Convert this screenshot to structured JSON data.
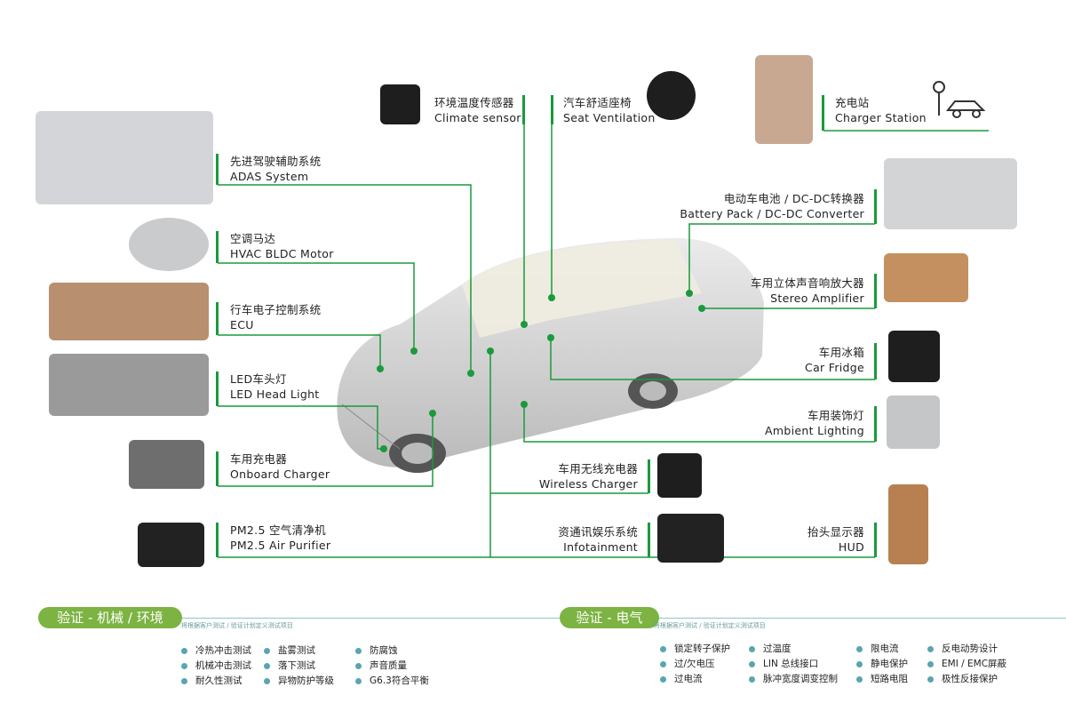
{
  "applications": {
    "adas": {
      "zh": "先进驾驶辅助系统",
      "en": "ADAS System"
    },
    "hvac": {
      "zh": "空调马达",
      "en": "HVAC BLDC Motor"
    },
    "ecu": {
      "zh": "行车电子控制系统",
      "en": "ECU"
    },
    "led": {
      "zh": "LED车头灯",
      "en": "LED Head Light"
    },
    "onboard": {
      "zh": "车用充电器",
      "en": "Onboard Charger"
    },
    "pm25": {
      "zh": "PM2.5 空气清净机",
      "en": "PM2.5 Air Purifier"
    },
    "climate": {
      "zh": "环境温度传感器",
      "en": "Climate sensor"
    },
    "seat": {
      "zh": "汽车舒适座椅",
      "en": "Seat Ventilation"
    },
    "charger_station": {
      "zh": "充电站",
      "en": "Charger Station"
    },
    "battery": {
      "zh": "电动车电池 / DC-DC转换器",
      "en": "Battery Pack / DC-DC Converter"
    },
    "stereo": {
      "zh": "车用立体声音响放大器",
      "en": "Stereo Amplifier"
    },
    "fridge": {
      "zh": "车用冰箱",
      "en": "Car Fridge"
    },
    "ambient": {
      "zh": "车用装饰灯",
      "en": "Ambient Lighting"
    },
    "wireless": {
      "zh": "车用无线充电器",
      "en": "Wireless Charger"
    },
    "infotainment": {
      "zh": "资通讯娱乐系统",
      "en": "Infotainment"
    },
    "hud": {
      "zh": "抬头显示器",
      "en": "HUD"
    }
  },
  "mechanical": {
    "title": "验证 - 机械 / 环境",
    "note": "将根据客户测试 / 验证计划定义测试项目",
    "cols": [
      [
        "冷热冲击测试",
        "机械冲击测试",
        "耐久性测试"
      ],
      [
        "盐雾测试",
        "落下测试",
        "异物防护等级"
      ],
      [
        "防腐蚀",
        "声音质量",
        "G6.3符合平衡"
      ]
    ]
  },
  "electrical": {
    "title": "验证 - 电气",
    "note": "将根据客户测试 / 验证计划定义测试项目",
    "cols": [
      [
        "锁定转子保护",
        "过/欠电压",
        "过电流"
      ],
      [
        "过温度",
        "LIN 总线接口",
        "脉冲宽度调变控制"
      ],
      [
        "限电流",
        "静电保护",
        "短路电阻"
      ],
      [
        "反电动势设计",
        "EMI / EMC屏蔽",
        "极性反接保护"
      ]
    ]
  },
  "colors": {
    "accent": "#1a9a3c",
    "pill": "#7cb342",
    "bullet": "#5aa5b0"
  }
}
